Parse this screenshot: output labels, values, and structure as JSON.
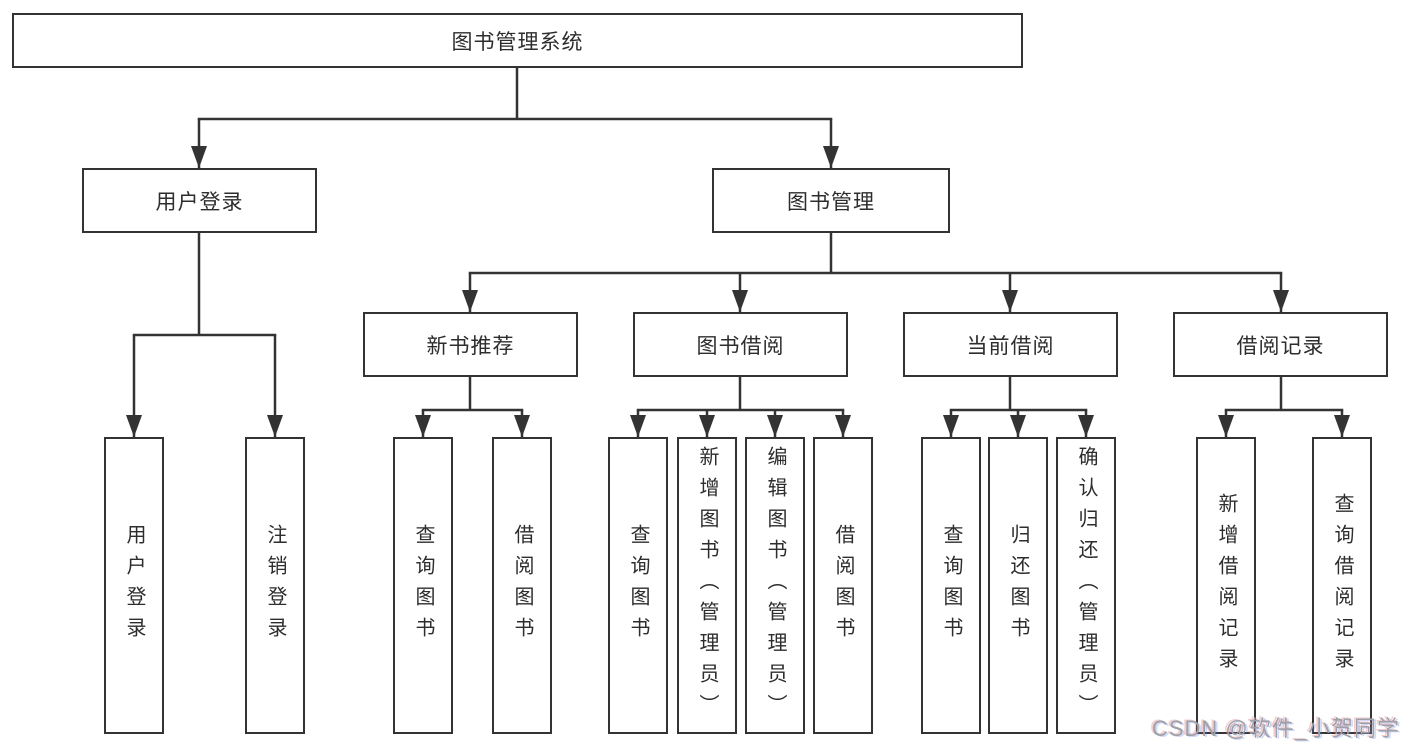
{
  "diagram_title": "图书管理系统",
  "tree": {
    "label": "图书管理系统",
    "children": [
      {
        "label": "用户登录",
        "children": [
          {
            "label": "用户登录"
          },
          {
            "label": "注销登录"
          }
        ]
      },
      {
        "label": "图书管理",
        "children": [
          {
            "label": "新书推荐",
            "children": [
              {
                "label": "查询图书"
              },
              {
                "label": "借阅图书"
              }
            ]
          },
          {
            "label": "图书借阅",
            "children": [
              {
                "label": "查询图书"
              },
              {
                "label": "新增图书（管理员）"
              },
              {
                "label": "编辑图书（管理员）"
              },
              {
                "label": "借阅图书"
              }
            ]
          },
          {
            "label": "当前借阅",
            "children": [
              {
                "label": "查询图书"
              },
              {
                "label": "归还图书"
              },
              {
                "label": "确认归还（管理员）"
              }
            ]
          },
          {
            "label": "借阅记录",
            "children": [
              {
                "label": "新增借阅记录"
              },
              {
                "label": "查询借阅记录"
              }
            ]
          }
        ]
      }
    ]
  },
  "watermark": {
    "text": "CSDN @软件_小贺同学"
  },
  "colors": {
    "line": "#333333",
    "box_border": "#333333",
    "text": "#2d2d2d",
    "watermark": "#9ba1a9",
    "background": "#ffffff"
  }
}
